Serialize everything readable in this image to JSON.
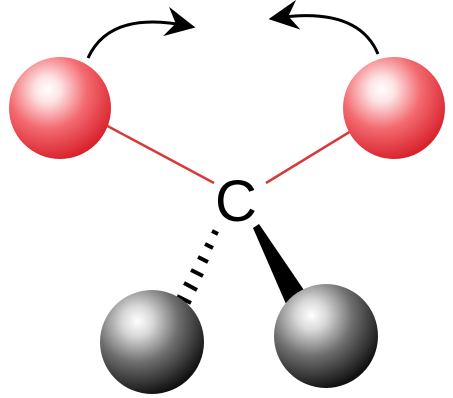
{
  "diagram": {
    "central_atom_label": "C",
    "atoms": [
      {
        "role": "upper-left",
        "color": "#e8323c"
      },
      {
        "role": "upper-right",
        "color": "#e8323c"
      },
      {
        "role": "lower-left",
        "color": "#2a2a2a"
      },
      {
        "role": "lower-right",
        "color": "#2a2a2a"
      }
    ],
    "bond_color": "#d63a3a",
    "arrow_color": "#000000"
  }
}
